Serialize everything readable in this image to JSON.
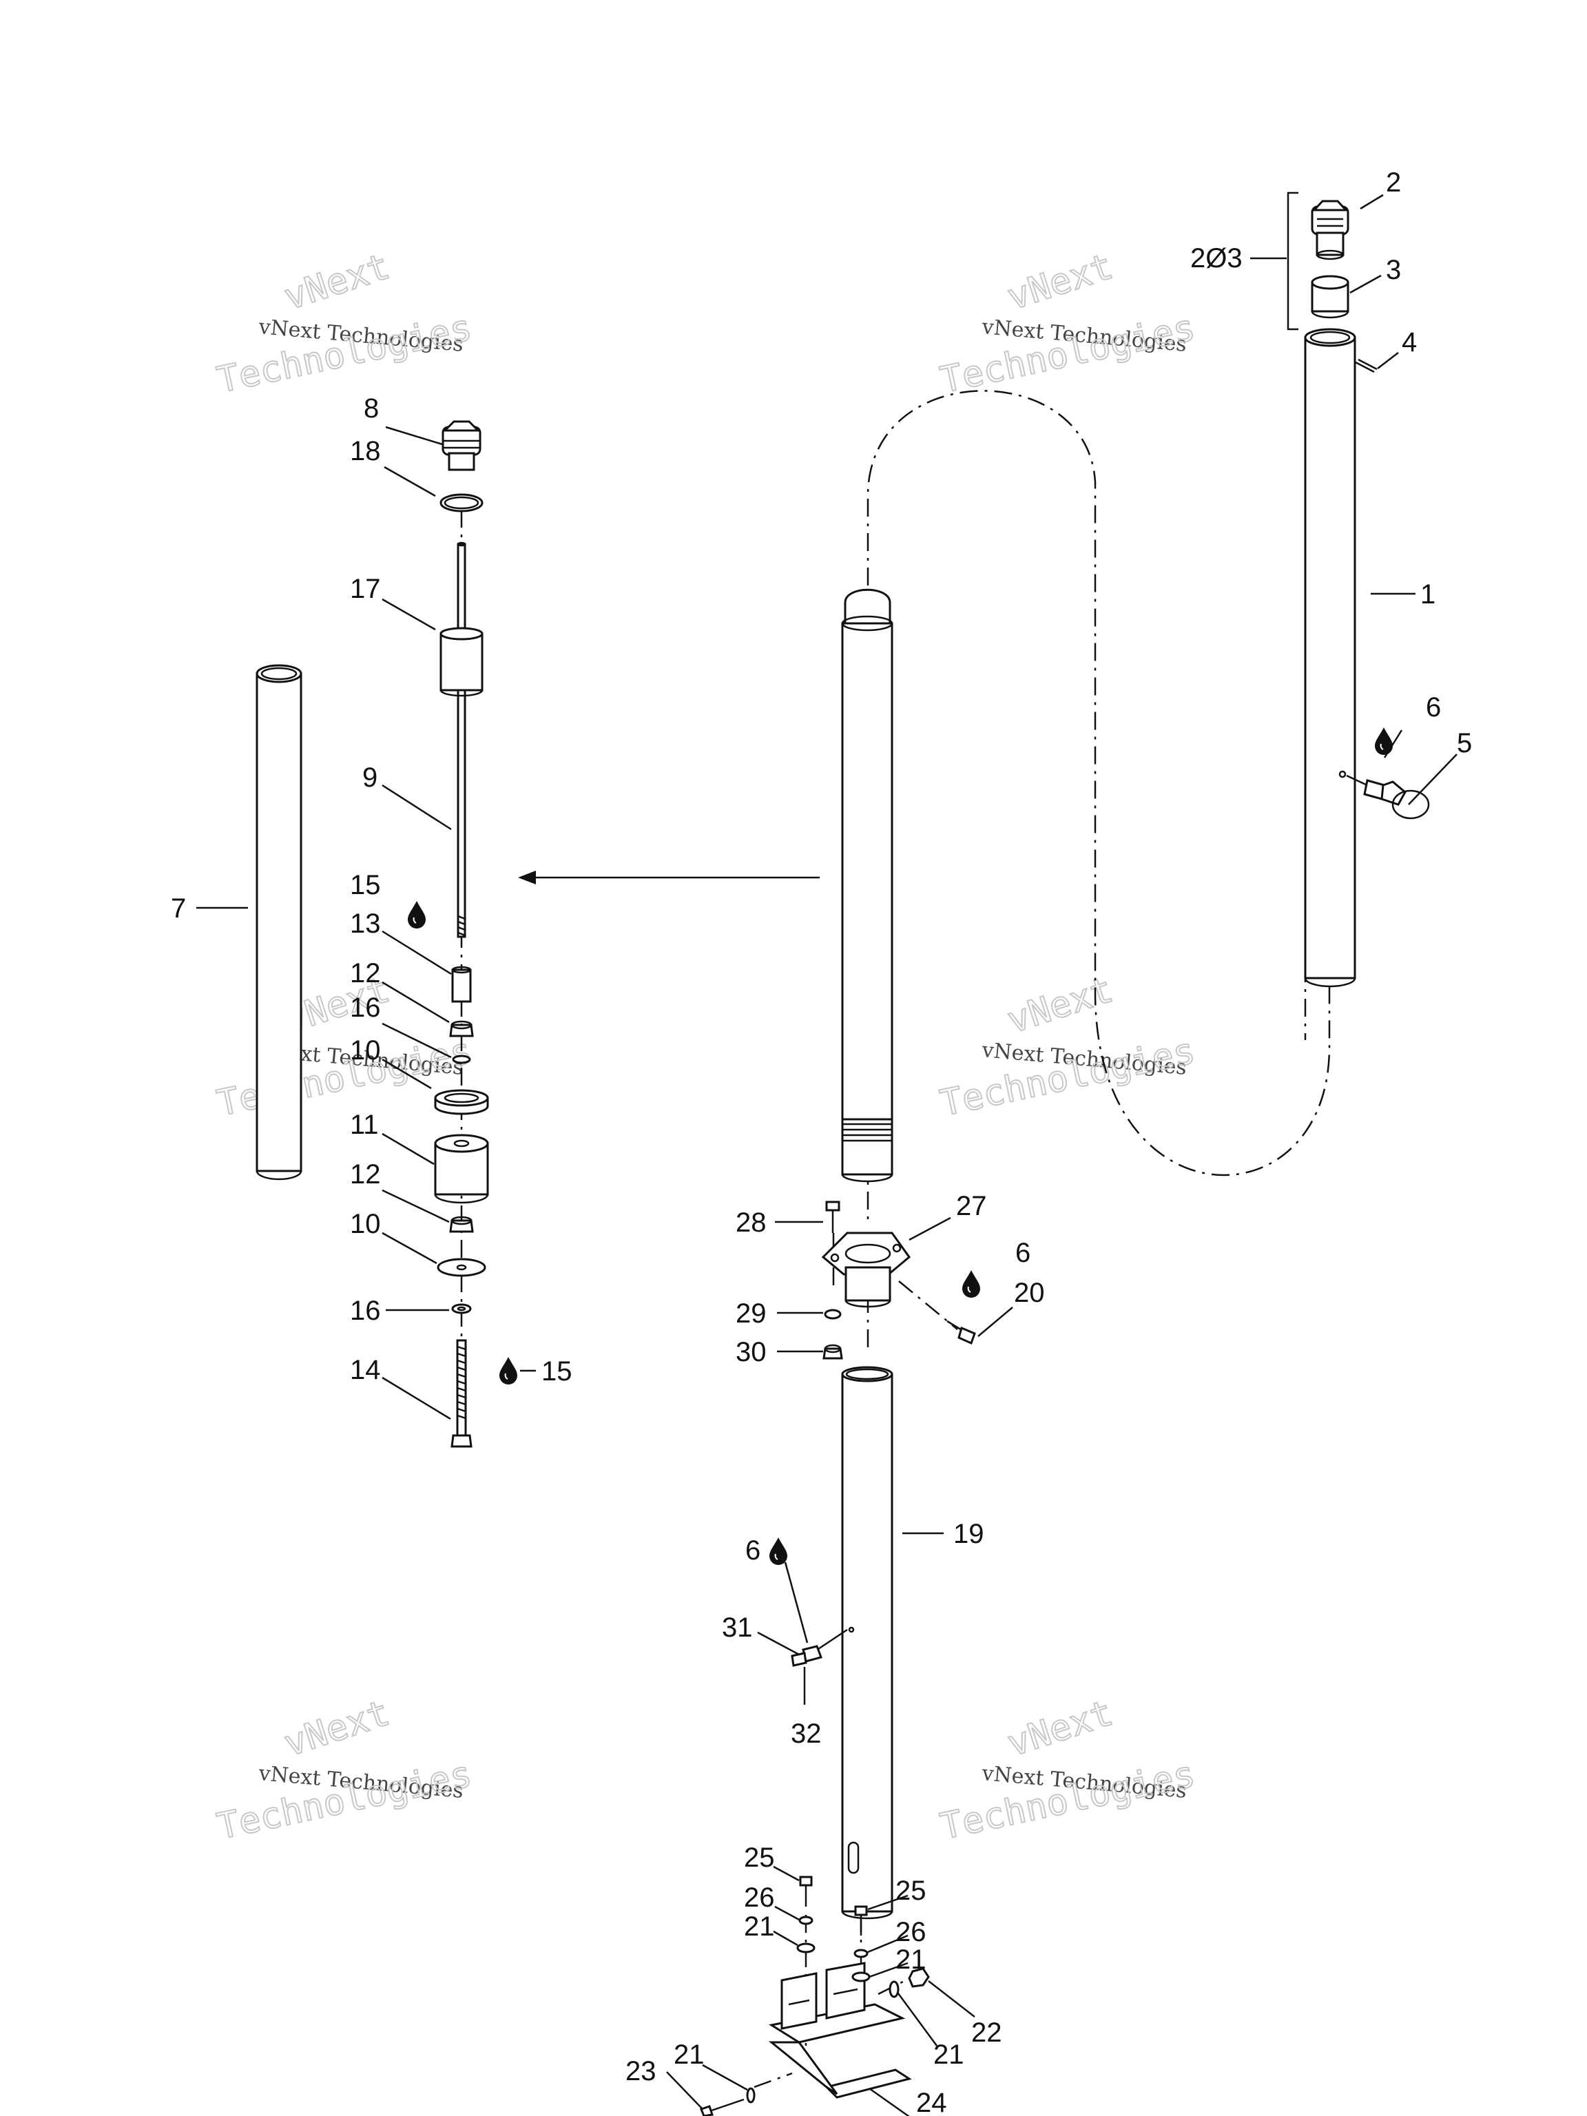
{
  "watermark": {
    "line1": "vNext",
    "line2": "vNext Technologies",
    "line3": "Technologies"
  },
  "callouts": {
    "c1": "1",
    "c2": "2",
    "c2_3": "2Ø3",
    "c3": "3",
    "c4": "4",
    "c5": "5",
    "c6a": "6",
    "c6b": "6",
    "c6c": "6",
    "c7": "7",
    "c8": "8",
    "c9": "9",
    "c10a": "10",
    "c10b": "10",
    "c11": "11",
    "c12a": "12",
    "c12b": "12",
    "c13": "13",
    "c14": "14",
    "c15a": "15",
    "c15b": "15",
    "c16a": "16",
    "c16b": "16",
    "c17": "17",
    "c18": "18",
    "c19": "19",
    "c20": "20",
    "c21a": "21",
    "c21b": "21",
    "c21c": "21",
    "c21d": "21",
    "c22": "22",
    "c23": "23",
    "c24": "24",
    "c25a": "25",
    "c25b": "25",
    "c26a": "26",
    "c26b": "26",
    "c27": "27",
    "c28": "28",
    "c29": "29",
    "c30": "30",
    "c31": "31",
    "c32": "32"
  },
  "icons": {
    "drop": "oil-drop-icon"
  }
}
